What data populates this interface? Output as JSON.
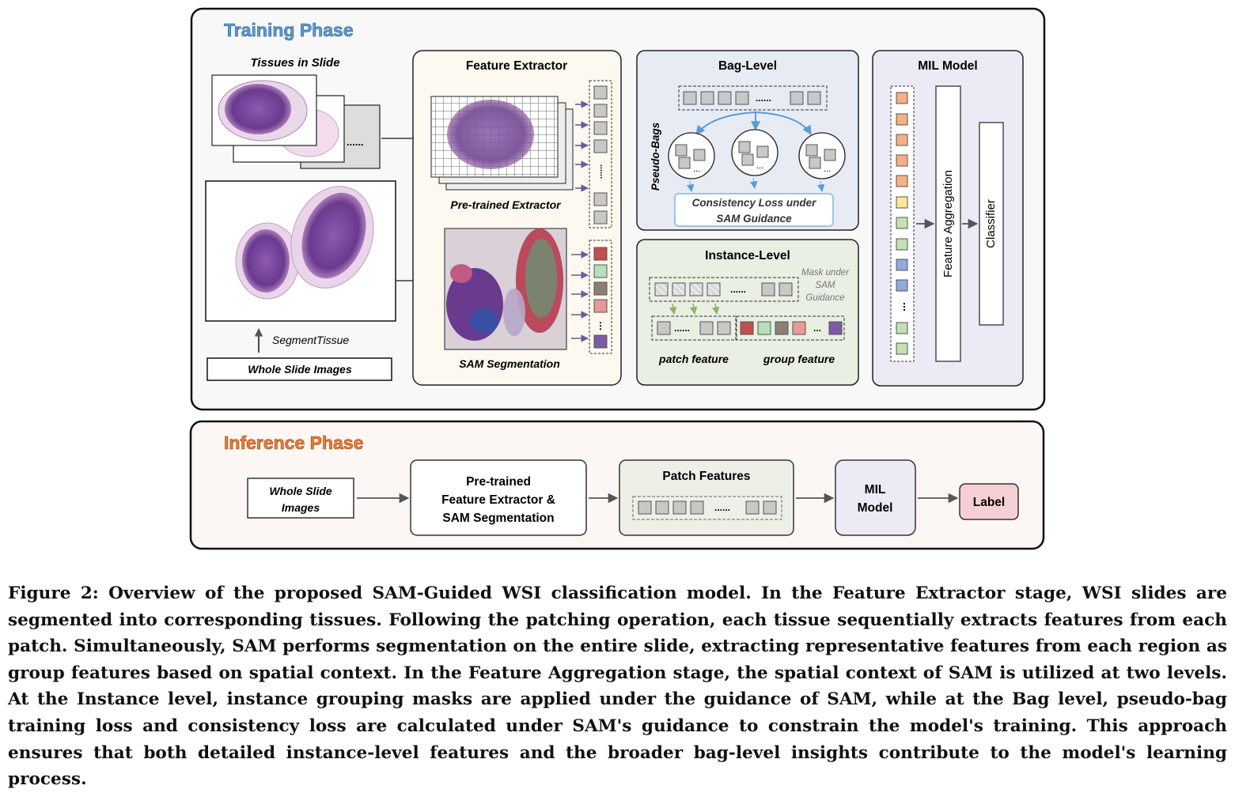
{
  "training": {
    "title": "Training Phase",
    "tissues_label": "Tissues in Slide",
    "ellipsis": "......",
    "segment_label": "SegmentTissue",
    "wsi_label": "Whole Slide Images",
    "feature_extractor": {
      "title": "Feature Extractor",
      "pretrained_label": "Pre-trained Extractor",
      "sam_label": "SAM Segmentation",
      "vdots": "......"
    },
    "bag_level": {
      "title": "Bag-Level",
      "pseudo_bags": "Pseudo-Bags",
      "dots": "......",
      "consistency_line1": "Consistency Loss under",
      "consistency_line2": "SAM Guidance"
    },
    "instance_level": {
      "title": "Instance-Level",
      "mask_line1": "Mask under",
      "mask_line2": "SAM",
      "mask_line3": "Guidance",
      "patch_feature": "patch feature",
      "group_feature": "group feature",
      "dots": "......",
      "group_dots": "..."
    },
    "mil_model": {
      "title": "MIL Model",
      "feature_aggregation": "Feature Aggregation",
      "classifier": "Classifier",
      "dots": "..."
    }
  },
  "inference": {
    "title": "Inference Phase",
    "wsi_line1": "Whole Slide",
    "wsi_line2": "Images",
    "extractor_line1": "Pre-trained",
    "extractor_line2": "Feature Extractor &",
    "extractor_line3": "SAM Segmentation",
    "patch_features": "Patch Features",
    "dots": "......",
    "mil_line1": "MIL",
    "mil_line2": "Model",
    "label": "Label"
  },
  "caption": "Figure 2: Overview of the proposed SAM-Guided WSI classification model. In the Feature Extractor stage, WSI slides are segmented into corresponding tissues. Following the patching operation, each tissue sequentially extracts features from each patch. Simultaneously, SAM performs segmentation on the entire slide, extracting representative features from each region as group features based on spatial context. In the Feature Aggregation stage, the spatial context of SAM is utilized at two levels. At the Instance level, instance grouping masks are applied under the guidance of SAM, while at the Bag level, pseudo-bag training loss and consistency loss are calculated under SAM's guidance to constrain the model's training. This approach ensures that both detailed instance-level features and the broader bag-level insights contribute to the model's learning process.",
  "colors": {
    "training_title": "#5b9bd5",
    "inference_title": "#ed7d31",
    "feature_gray": "#c8c8c8",
    "group_colors": [
      "#c0504d",
      "#b7dfb9",
      "#8c7f73",
      "#e69a94",
      "#7c5aa6"
    ],
    "mil_feature_colors": [
      "#f4b183",
      "#f4b183",
      "#f4b183",
      "#f4b183",
      "#f4b183",
      "#ffe699",
      "#c5e0b4",
      "#c5e0b4",
      "#8faadc",
      "#8faadc",
      "#c5e0b4",
      "#c5e0b4",
      "#a9d18e"
    ]
  }
}
